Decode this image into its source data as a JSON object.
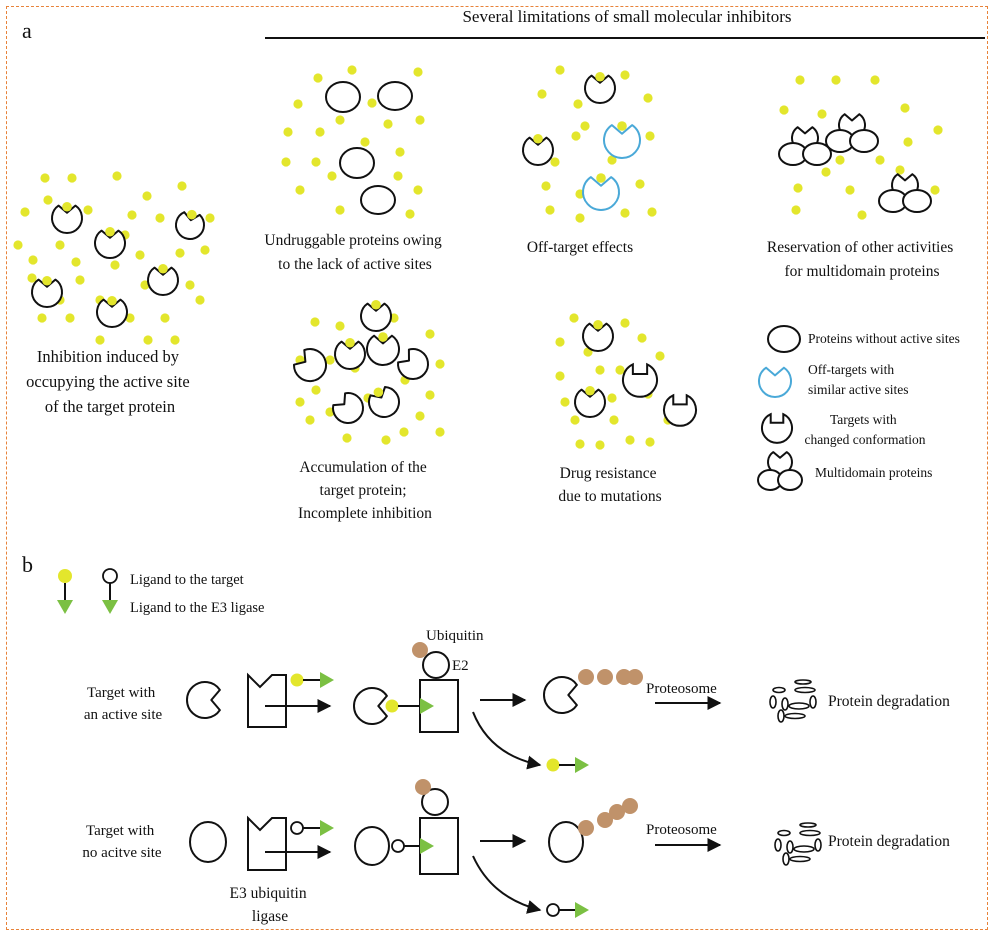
{
  "panel_a": {
    "letter": "a",
    "header": "Several limitations of small molecular inhibitors",
    "captions": {
      "inhibition": [
        "Inhibition induced by",
        "occupying the active site",
        "of the target protein"
      ],
      "undruggable": [
        "Undruggable proteins owing",
        "to the lack of active sites"
      ],
      "offtarget": [
        "Off-target effects"
      ],
      "reservation": [
        "Reservation of other activities",
        "for multidomain proteins"
      ],
      "accumulation": [
        "Accumulation of  the",
        "target protein;",
        "Incomplete inhibition"
      ],
      "resistance": [
        "Drug resistance",
        "due to mutations"
      ]
    },
    "legend": {
      "no_active": [
        "Proteins without active sites"
      ],
      "offtargets": [
        "Off-targets with",
        "similar active sites"
      ],
      "changed": [
        "Targets with",
        "changed conformation"
      ],
      "multidomain": [
        "Multidomain proteins"
      ]
    }
  },
  "panel_b": {
    "letter": "b",
    "legend": {
      "ligand_target": "Ligand to the target",
      "ligand_e3": "Ligand to the E3 ligase"
    },
    "row1": {
      "label": [
        "Target with",
        "an active site"
      ],
      "ubiquitin": "Ubiquitin",
      "e2": "E2",
      "proteosome": "Proteosome",
      "degradation": "Protein degradation"
    },
    "row2": {
      "label": [
        "Target with",
        "no acitve site"
      ],
      "proteosome": "Proteosome",
      "degradation": "Protein degradation"
    },
    "e3_label": [
      "E3 ubiquitin",
      "ligase"
    ]
  },
  "colors": {
    "frame": "#e8833a",
    "drug": "#e3e62c",
    "offtarget": "#4aa9d8",
    "ligase_ligand": "#7bc043",
    "ubiquitin": "#c0926a"
  }
}
